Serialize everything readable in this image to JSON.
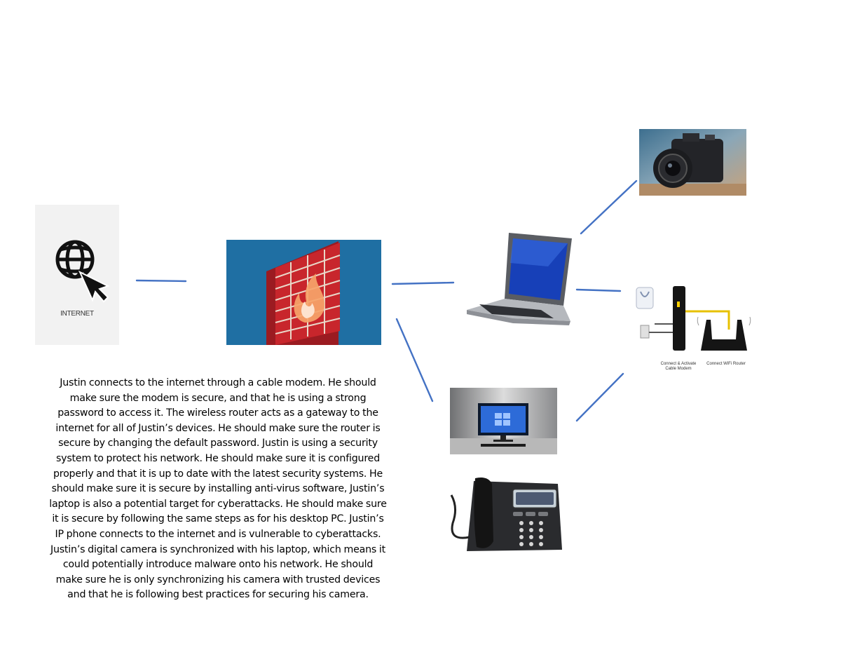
{
  "internet": {
    "label": "INTERNET",
    "icon": "globe-cursor-icon"
  },
  "devices": {
    "firewall": {
      "icon": "brick-firewall-icon"
    },
    "laptop": {
      "icon": "laptop-icon"
    },
    "camera": {
      "icon": "digital-camera-icon"
    },
    "modem_router": {
      "icon": "modem-router-icon",
      "modem_caption": "Connect & Activate Cable Modem",
      "router_caption": "Connect WiFi Router"
    },
    "desktop": {
      "icon": "desktop-pc-icon"
    },
    "phone": {
      "icon": "ip-phone-icon"
    }
  },
  "colors": {
    "connector": "#4472c4",
    "firewall_bg": "#1f6fa3",
    "brick": "#c8262c",
    "flame": "#f6a46a"
  },
  "description": "Justin connects to the internet through a cable modem. He should make sure the modem is secure, and that he is using a strong password to access it. The wireless router acts as a gateway to the internet for all of Justin’s devices. He should make sure the router is secure by changing the default password. Justin is using a security system to protect his network. He should make sure it is configured properly and that it is up to date with the latest security systems. He should make sure it is secure by installing anti-virus software, Justin’s laptop is also a potential target for cyberattacks. He should make sure it is secure by following the same steps as for his desktop PC. Justin’s IP phone connects to the internet and is vulnerable to cyberattacks. Justin’s digital camera is synchronized with his laptop, which means it could potentially introduce malware onto his network. He should make sure he is only synchronizing his camera with trusted devices and that he is following best practices for securing his camera."
}
